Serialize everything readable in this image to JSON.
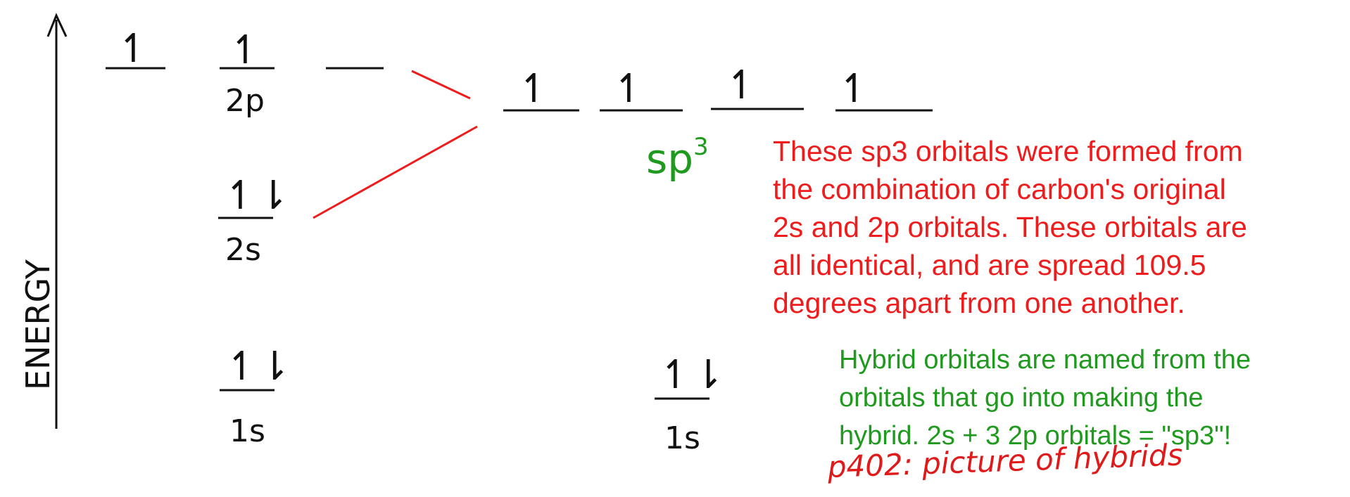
{
  "axis": {
    "label": "ENERGY"
  },
  "ground_state": {
    "p_orbitals": {
      "label": "2p",
      "electrons": [
        "↿",
        "↿",
        ""
      ]
    },
    "s2_orbital": {
      "label": "2s",
      "electrons": "↿⇂"
    },
    "s1_orbital": {
      "label": "1s",
      "electrons": "↿⇂"
    }
  },
  "hybrid_state": {
    "sp3_orbitals": {
      "label": "sp",
      "label_sup": "3",
      "electrons": [
        "↿",
        "↿",
        "↿",
        "↿"
      ]
    },
    "s1_orbital": {
      "label": "1s",
      "electrons": "↿⇂"
    }
  },
  "notes": {
    "sp3_explanation": [
      "These sp3 orbitals were formed from",
      "the combination of carbon's original",
      "2s and 2p orbitals.  These orbitals are",
      "all identical, and are spread 109.5",
      "degrees apart from one another."
    ],
    "hybrid_naming": [
      "Hybrid orbitals are named from the",
      "orbitals that go into making the",
      "hybrid.  2s + 3 2p orbitals = \"sp3\"!"
    ],
    "page_reference": "p402: picture of hybrids"
  },
  "colors": {
    "ink": "#111111",
    "red": "#ee1c1c",
    "green": "#1f9a1f"
  }
}
